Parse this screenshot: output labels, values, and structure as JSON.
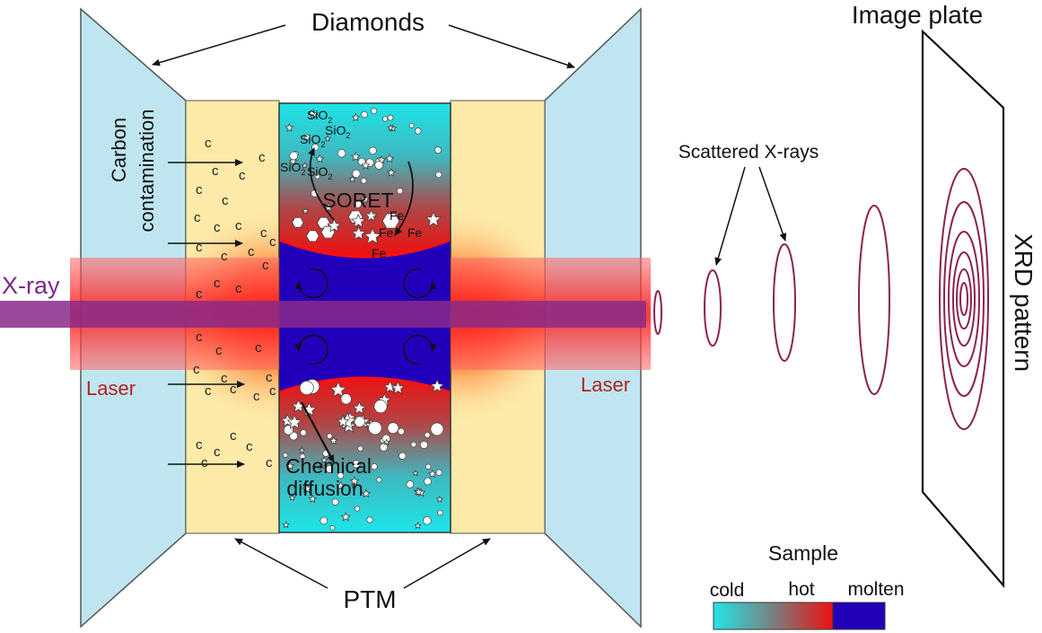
{
  "labels": {
    "diamonds": "Diamonds",
    "image_plate": "Image plate",
    "carbon_line1": "Carbon",
    "carbon_line2": "contamination",
    "scattered_xrays": "Scattered X-rays",
    "xray": "X-ray",
    "laser_left": "Laser",
    "laser_right": "Laser",
    "soret": "SORET",
    "chemical_line1": "Chemical",
    "chemical_line2": "diffusion",
    "xrd_pattern": "XRD pattern",
    "ptm": "PTM",
    "carbon_symbol": "c",
    "sio2_base": "SiO",
    "sio2_sub": "2",
    "fe": "Fe"
  },
  "legend": {
    "title": "Sample",
    "cold": "cold",
    "hot": "hot",
    "molten": "molten"
  },
  "colors": {
    "diamond": "#bfe6f0",
    "ptm": "#fde9a6",
    "cold": "#33e0e0",
    "hot": "#ee1111",
    "molten": "#2200bb",
    "xray": "#8a2a8a",
    "laser": "#ff3333",
    "rings": "#8b2252"
  }
}
